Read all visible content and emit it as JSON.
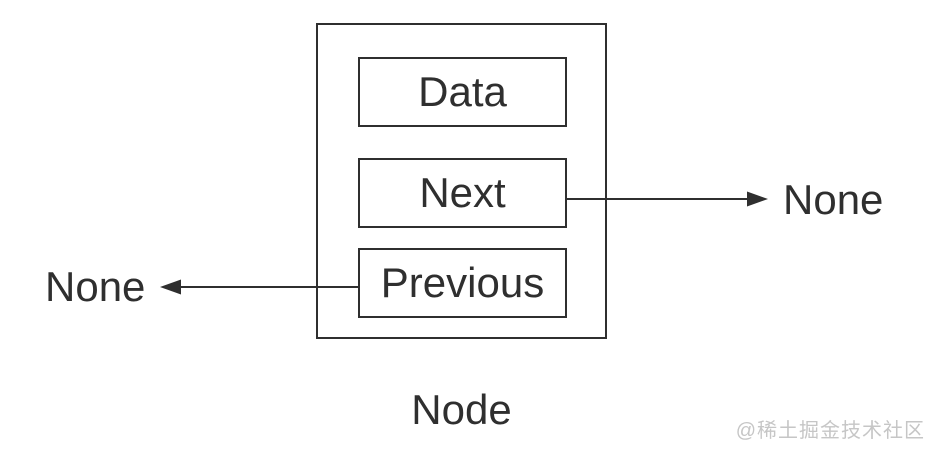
{
  "diagram": {
    "node": {
      "label": "Node",
      "fields": [
        {
          "label": "Data"
        },
        {
          "label": "Next"
        },
        {
          "label": "Previous"
        }
      ]
    },
    "pointers": [
      {
        "name": "next",
        "direction": "right",
        "target": "None"
      },
      {
        "name": "previous",
        "direction": "left",
        "target": "None"
      }
    ],
    "colors": {
      "line": "#2f2f2f",
      "text": "#2f2f2f",
      "background": "#ffffff",
      "watermark": "#c6c6c6"
    }
  },
  "watermark": {
    "text": "@稀土掘金技术社区"
  }
}
